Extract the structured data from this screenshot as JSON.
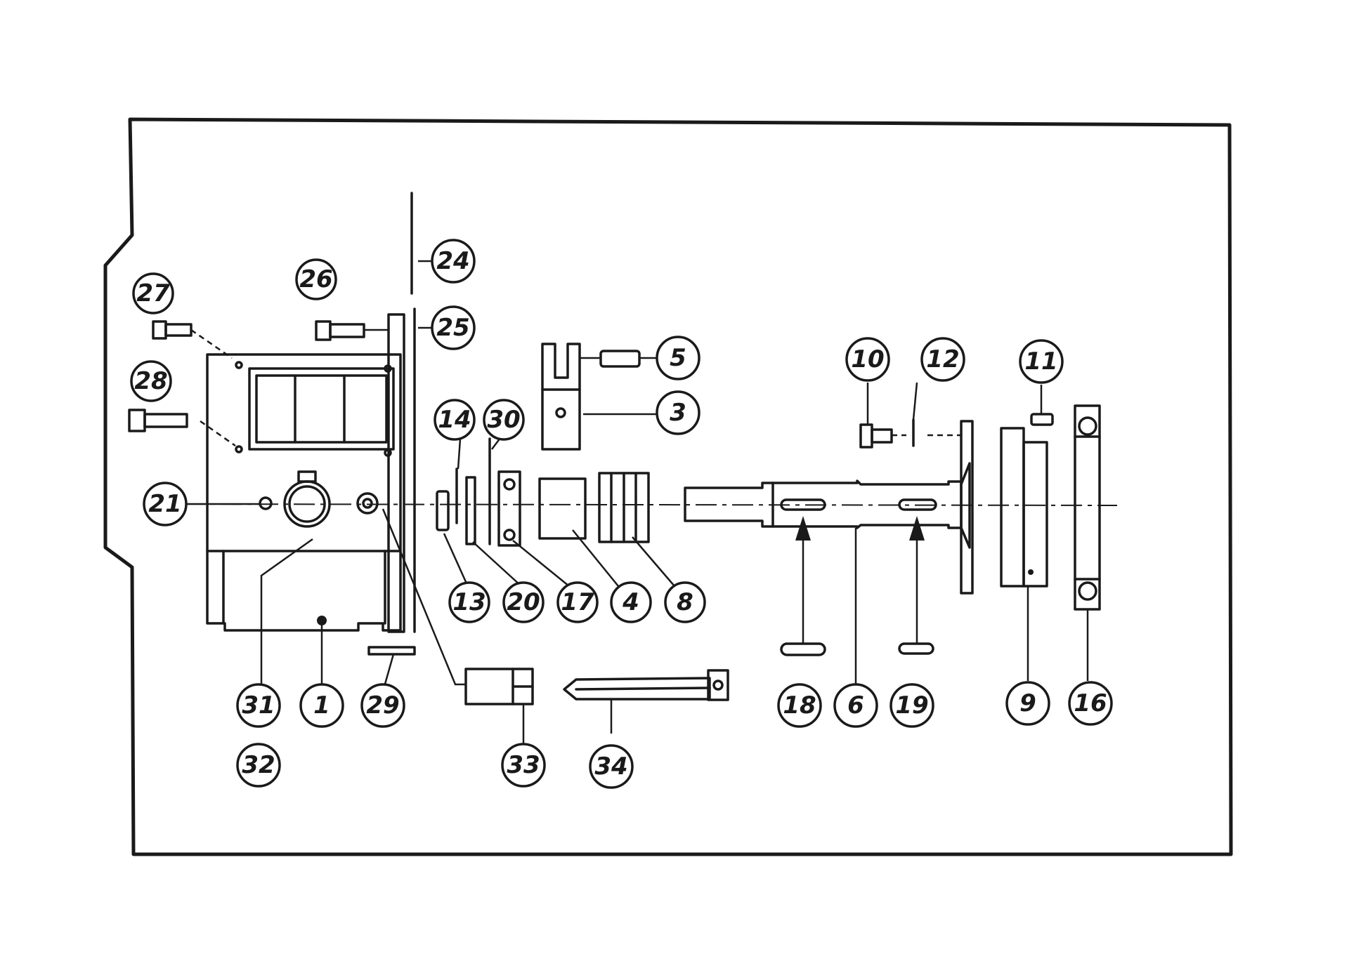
{
  "colors": {
    "ink": "#1a1a1a",
    "paper": "#ffffff"
  },
  "callouts": {
    "c1": "1",
    "c3": "3",
    "c4": "4",
    "c5": "5",
    "c6": "6",
    "c8": "8",
    "c9": "9",
    "c10": "10",
    "c11": "11",
    "c12": "12",
    "c13": "13",
    "c14": "14",
    "c16": "16",
    "c17": "17",
    "c18": "18",
    "c19": "19",
    "c20": "20",
    "c21": "21",
    "c24": "24",
    "c25": "25",
    "c26": "26",
    "c27": "27",
    "c28": "28",
    "c29": "29",
    "c30": "30",
    "c31": "31",
    "c32": "32",
    "c33": "33",
    "c34": "34"
  }
}
